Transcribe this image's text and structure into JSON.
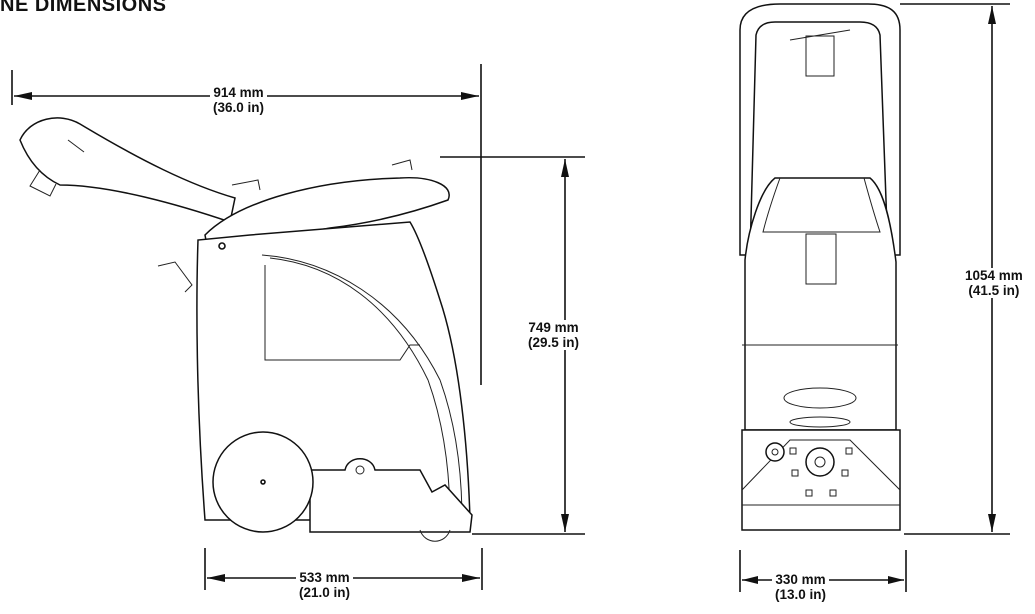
{
  "heading": "NE DIMENSIONS",
  "dimensions": {
    "side_length": {
      "metric": "914 mm",
      "imperial": "(36.0  in)"
    },
    "side_height": {
      "metric": "749 mm",
      "imperial": "(29.5 in)"
    },
    "side_width": {
      "metric": "533 mm",
      "imperial": "(21.0 in)"
    },
    "front_height": {
      "metric": "1054 mm",
      "imperial": "(41.5 in)"
    },
    "front_width": {
      "metric": "330 mm",
      "imperial": "(13.0 in)"
    }
  }
}
